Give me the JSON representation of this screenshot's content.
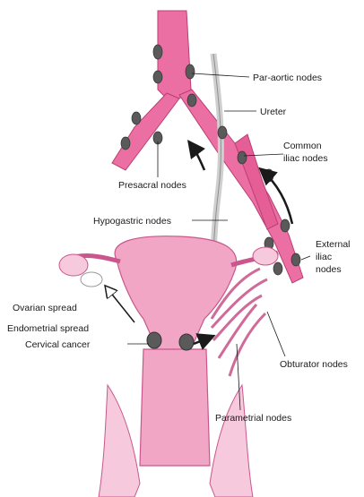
{
  "labels": {
    "par_aortic": "Par-aortic nodes",
    "ureter": "Ureter",
    "common_iliac_line1": "Common",
    "common_iliac_line2": "iliac nodes",
    "presacral": "Presacral nodes",
    "hypogastric": "Hypogastric nodes",
    "external_iliac_line1": "External",
    "external_iliac_line2": "iliac",
    "external_iliac_line3": "nodes",
    "ovarian_spread": "Ovarian spread",
    "endometrial_spread": "Endometrial spread",
    "cervical_cancer": "Cervical cancer",
    "obturator": "Obturator nodes",
    "parametrial": "Parametrial nodes"
  },
  "colors": {
    "vessel": "#ec6fa3",
    "vessel_dark": "#b83f74",
    "uterus": "#f2a6c6",
    "uterus_dark": "#c9578d",
    "node": "#5a5a5a",
    "ureter": "#d8d8d8",
    "arrow": "#1a1a1a"
  }
}
